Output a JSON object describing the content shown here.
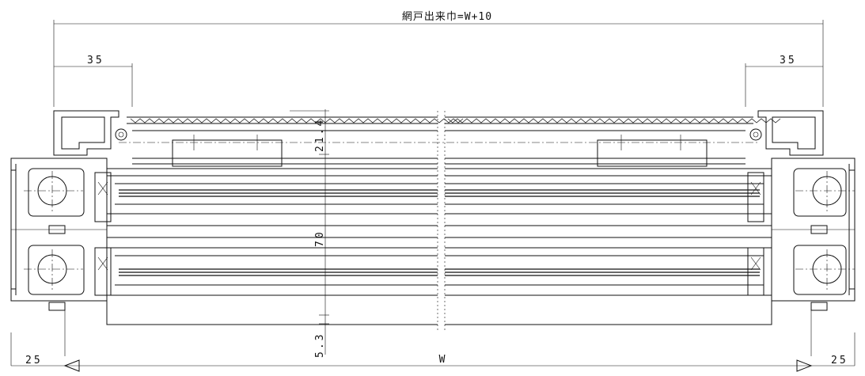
{
  "dimensions": {
    "overall_width_label": "網戸出来巾=W+10",
    "left_offset": "35",
    "right_offset": "35",
    "screen_gap": "21.4",
    "frame_depth": "70",
    "bottom_gap": "5.3",
    "width_label": "W",
    "left_margin": "25",
    "right_margin": "25"
  },
  "colors": {
    "line": "#111111",
    "background": "#ffffff"
  }
}
